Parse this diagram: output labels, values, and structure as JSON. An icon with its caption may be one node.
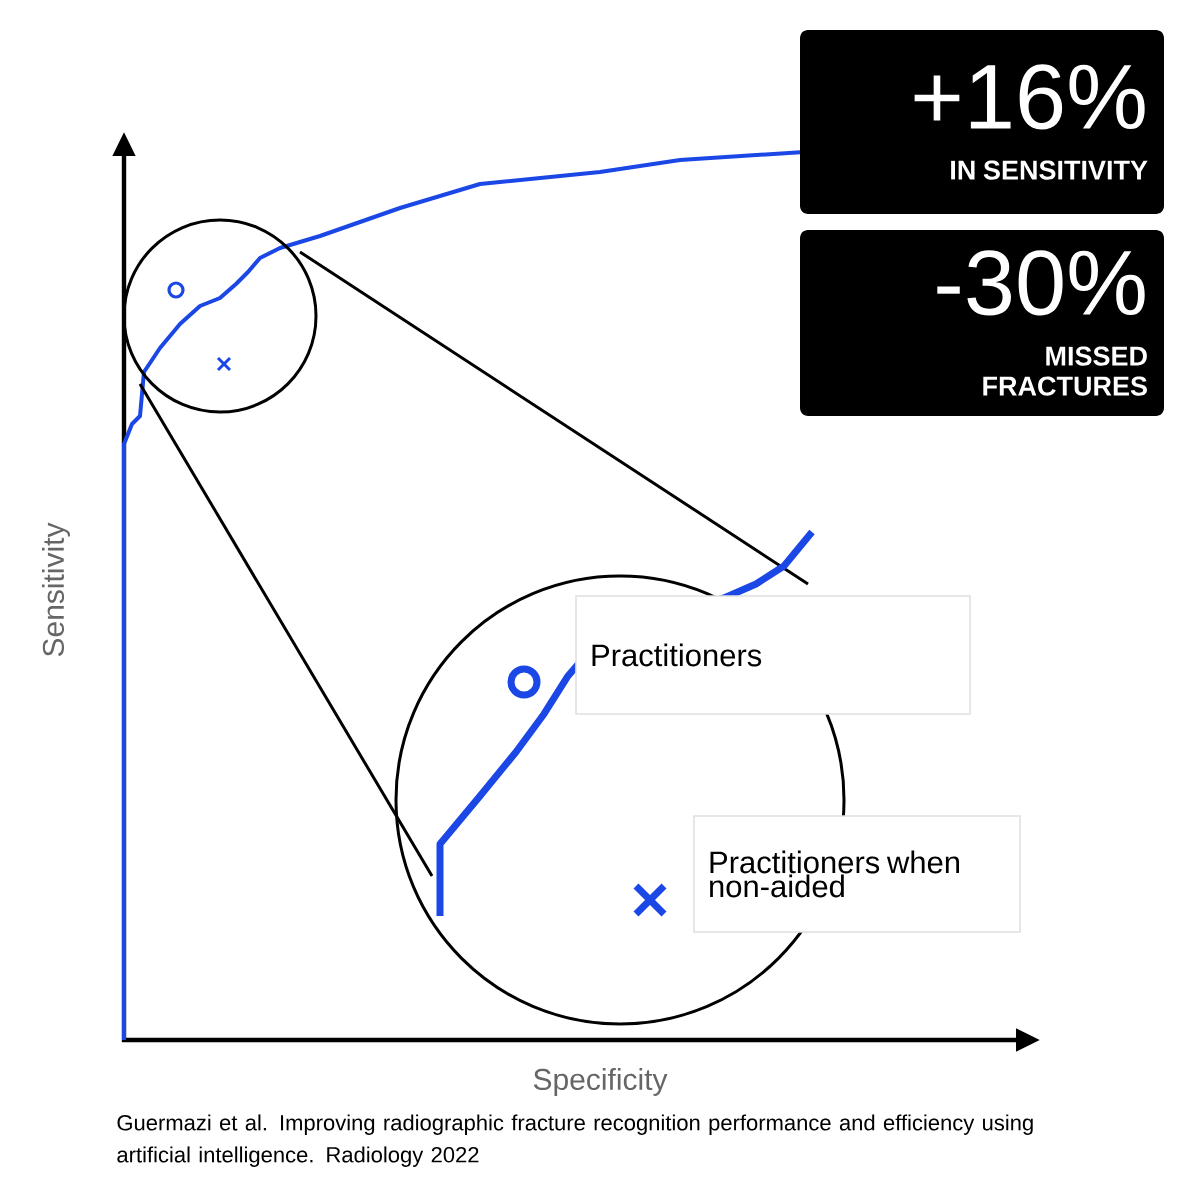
{
  "diagram": {
    "caption": "Guermazi et al. Improving radiographic fracture recognition performance and efficiency using artificial intelligence. Radiology 2022",
    "nodes": [
      {
        "text": [
          "+16%",
          "IN SENSITIVITY"
        ]
      },
      {
        "text": [
          "-30%",
          "MISSED FRACTURES"
        ]
      },
      {
        "text": [
          "Practitioners"
        ]
      },
      {
        "text": [
          "Practitioners when non-aided"
        ]
      }
    ],
    "labels": [
      "Sensitivity",
      "Specificity"
    ]
  }
}
